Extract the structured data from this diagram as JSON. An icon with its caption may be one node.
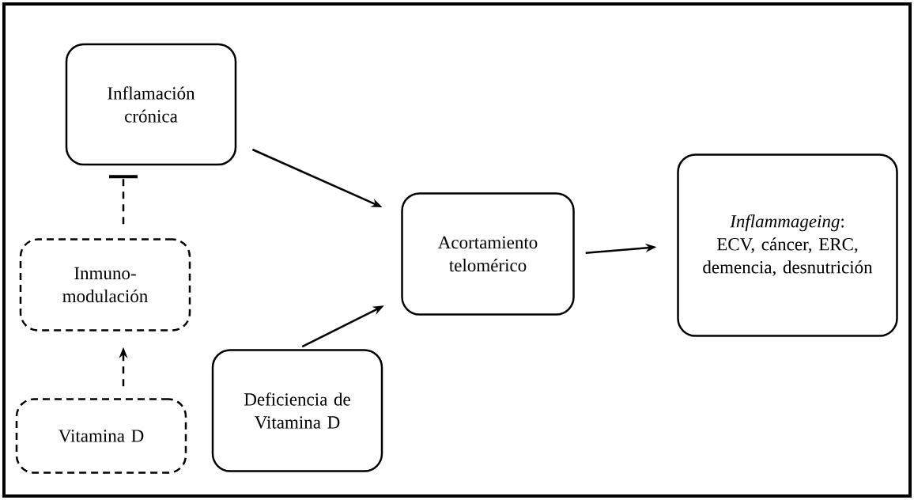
{
  "diagram": {
    "nodes": [
      {
        "text": [
          "Inflamación crónica"
        ]
      },
      {
        "text": [
          "Inmuno-modulación"
        ]
      },
      {
        "text": [
          "Vitamina D"
        ]
      },
      {
        "text": [
          "Deficiencia de Vitamina D"
        ]
      },
      {
        "text": [
          "Acortamiento telomérico"
        ]
      },
      {
        "text": [
          "*Inflammageing*: ECV, cáncer, ERC, demencia, desnutrición"
        ]
      }
    ],
    "edges": [
      {
        "from": 0,
        "to": 4,
        "arrow": "to"
      },
      {
        "from": 1,
        "to": 0,
        "arrow": "other",
        "style": "dashed"
      },
      {
        "from": 2,
        "to": 1,
        "arrow": "to",
        "style": "dashed"
      },
      {
        "from": 3,
        "to": 4,
        "arrow": "to"
      },
      {
        "from": 4,
        "to": 5,
        "arrow": "to"
      }
    ]
  }
}
